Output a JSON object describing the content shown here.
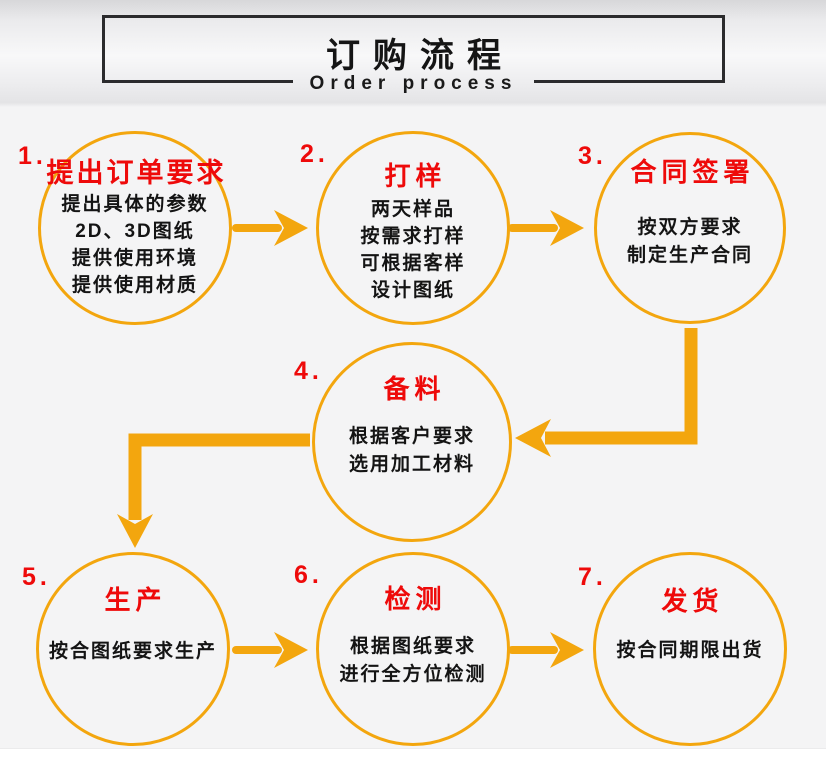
{
  "header": {
    "title": "订购流程",
    "subtitle": "Order process"
  },
  "colors": {
    "accent": "#F3A60E",
    "red": "#EE0A0A",
    "ink_border": "#2B2B2D"
  },
  "steps": [
    {
      "number": "1.",
      "title": "提出订单要求",
      "lines": [
        "提出具体的参数",
        "2D、3D图纸",
        "提供使用环境",
        "提供使用材质"
      ]
    },
    {
      "number": "2.",
      "title": "打样",
      "lines": [
        "两天样品",
        "按需求打样",
        "可根据客样",
        "设计图纸"
      ]
    },
    {
      "number": "3.",
      "title": "合同签署",
      "lines": [
        "按双方要求",
        "制定生产合同"
      ]
    },
    {
      "number": "4.",
      "title": "备料",
      "lines": [
        "根据客户要求",
        "选用加工材料"
      ]
    },
    {
      "number": "5.",
      "title": "生产",
      "lines": [
        "按合图纸要求生产"
      ]
    },
    {
      "number": "6.",
      "title": "检测",
      "lines": [
        "根据图纸要求",
        "进行全方位检测"
      ]
    },
    {
      "number": "7.",
      "title": "发货",
      "lines": [
        "按合同期限出货"
      ]
    }
  ]
}
